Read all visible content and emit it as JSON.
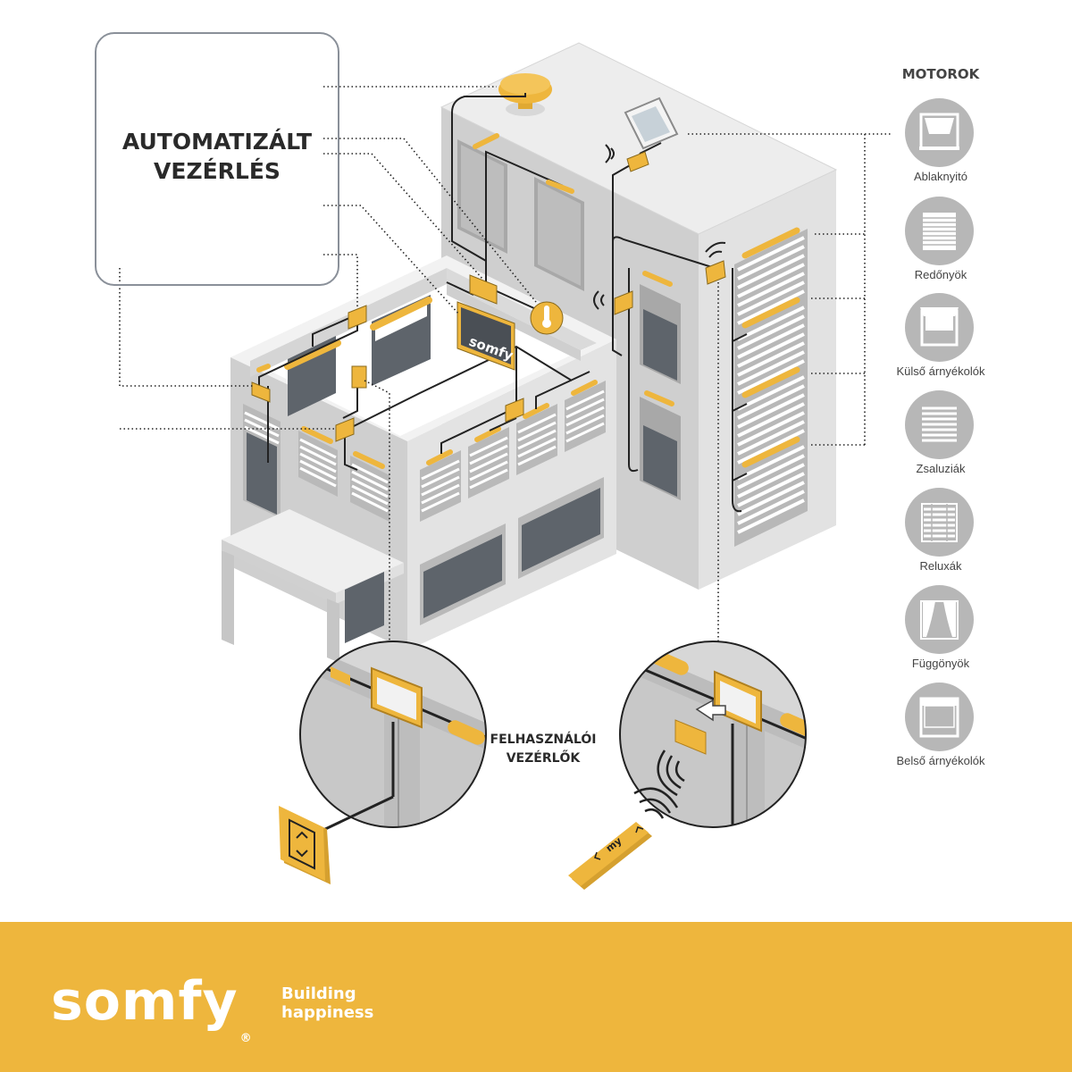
{
  "callout": {
    "title_line1": "AUTOMATIZÁLT",
    "title_line2": "VEZÉRLÉS"
  },
  "motors": {
    "title": "MOTOROK",
    "items": [
      {
        "label": "Ablaknyitó",
        "icon": "window-opener-icon"
      },
      {
        "label": "Redőnyök",
        "icon": "roller-shutter-icon"
      },
      {
        "label": "Külső árnyékolók",
        "icon": "exterior-blind-icon"
      },
      {
        "label": "Zsaluziák",
        "icon": "venetian-blind-icon"
      },
      {
        "label": "Reluxák",
        "icon": "interior-blind-icon"
      },
      {
        "label": "Függönyök",
        "icon": "curtain-icon"
      },
      {
        "label": "Belső árnyékolók",
        "icon": "interior-shade-icon"
      }
    ]
  },
  "user_controls": {
    "line1": "FELHASZNÁLÓI",
    "line2": "VEZÉRLŐK"
  },
  "devices": {
    "tablet_logo": "somfy",
    "remote_label": "my"
  },
  "footer": {
    "brand": "somfy",
    "registered": "®",
    "tagline_line1": "Building",
    "tagline_line2": "happiness"
  },
  "colors": {
    "accent": "#eeb63d",
    "wall_light": "#e2e2e2",
    "wall_mid": "#cdcdcd",
    "wall_dark": "#b5b5b5",
    "glass": "#5e646b",
    "line": "#222222",
    "text": "#2a2a2a"
  }
}
